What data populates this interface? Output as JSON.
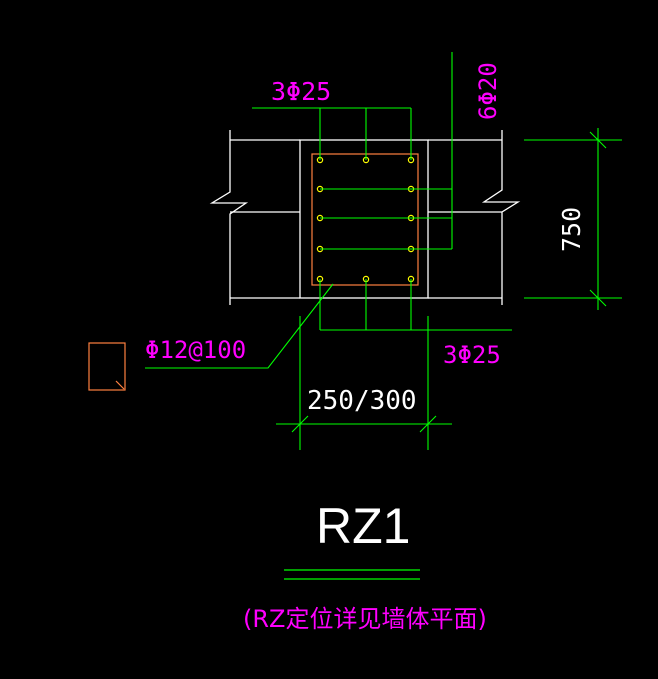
{
  "labels": {
    "top_rebar": "3Φ25",
    "side_rebar": "6Φ20",
    "stirrup": "Φ12@100",
    "bottom_rebar": "3Φ25",
    "dim_height": "750",
    "dim_width": "250/300",
    "title": "RZ1",
    "note": "(RZ定位详见墙体平面)"
  },
  "colors": {
    "background": "#000000",
    "wall": "#ffffff",
    "section": "#ffffff",
    "stirrup": "#ff8040",
    "rebar": "#ffff00",
    "leader": "#00ff00",
    "dimension": "#00ff00",
    "label_magenta": "#ff00ff",
    "title": "#ffffff"
  }
}
